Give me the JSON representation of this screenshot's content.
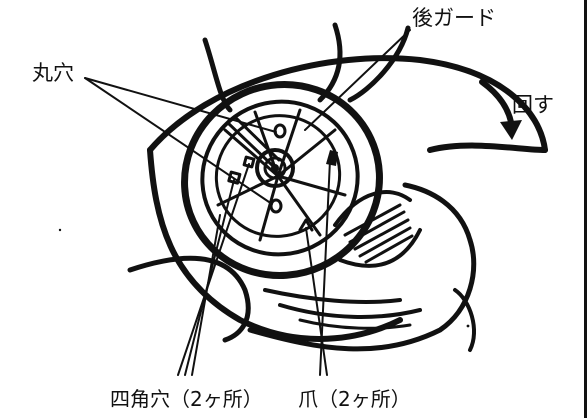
{
  "labels": {
    "round_holes": "丸穴",
    "rear_guard": "後ガード",
    "rotate": "回す",
    "square_holes": "四角穴（2ヶ所）",
    "claws": "爪（2ヶ所）"
  },
  "icons": {
    "rotate_arrow": "curved-arrow-down-icon"
  },
  "colors": {
    "ink": "#111111",
    "background": "#ffffff"
  }
}
